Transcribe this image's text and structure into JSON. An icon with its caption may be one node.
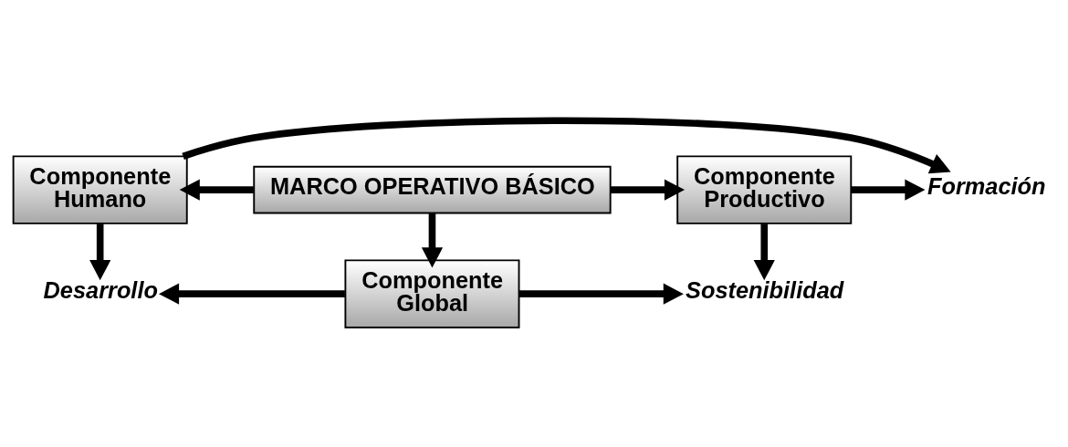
{
  "diagram": {
    "nodes": [
      {
        "text": [
          "Componente Humano"
        ]
      },
      {
        "text": [
          "Formación"
        ]
      },
      {
        "text": [
          "Componente Productivo"
        ]
      },
      {
        "text": [
          "MARCO OPERATIVO BÁSICO"
        ]
      },
      {
        "text": [
          "Desarrollo"
        ]
      },
      {
        "text": [
          "Componente Global"
        ]
      },
      {
        "text": [
          "Sostenibilidad"
        ]
      }
    ],
    "edges": [
      {
        "from": 0,
        "to": 1,
        "arrow": "to"
      },
      {
        "from": 2,
        "to": 1,
        "arrow": "to"
      },
      {
        "from": 3,
        "to": 0,
        "arrow": "to"
      },
      {
        "from": 3,
        "to": 2,
        "arrow": "to"
      },
      {
        "from": 0,
        "to": 4,
        "arrow": "to"
      },
      {
        "from": 2,
        "to": 6,
        "arrow": "to"
      },
      {
        "from": 3,
        "to": 5,
        "arrow": "to"
      },
      {
        "from": 5,
        "to": 4,
        "arrow": "to"
      },
      {
        "from": 5,
        "to": 6,
        "arrow": "to"
      }
    ]
  }
}
